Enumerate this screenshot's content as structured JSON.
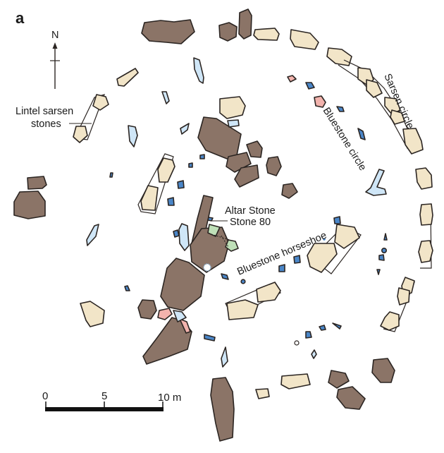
{
  "figure": {
    "panel_letter": "a",
    "north_label": "N",
    "labels": {
      "lintel_line1": "Lintel sarsen",
      "lintel_line2": "stones",
      "sarsen_circle": "Sarsen circle",
      "bluestone_circle": "Bluestone circle",
      "altar_stone": "Altar Stone",
      "stone_80": "Stone 80",
      "bluestone_horseshoe": "Bluestone horseshoe"
    },
    "scale_bar": {
      "tick_0": "0",
      "tick_5": "5",
      "tick_10": "10 m"
    },
    "colors": {
      "sarsen_fallen": "#8b7467",
      "sarsen_standing": "#f2e5c8",
      "bluestone_dark": "#4a86c8",
      "bluestone_light": "#cfe6f7",
      "pink_stone": "#f2b3ad",
      "altar_green": "#bfe0b8",
      "outline": "#2b2522"
    },
    "legend_semantics": [
      {
        "name": "Sarsen stone (fallen/recumbent)",
        "color": "#8b7467"
      },
      {
        "name": "Sarsen stone (upright)",
        "color": "#f2e5c8"
      },
      {
        "name": "Bluestone (dolerite)",
        "color": "#4a86c8"
      },
      {
        "name": "Bluestone (other)",
        "color": "#cfe6f7"
      },
      {
        "name": "Pink stone",
        "color": "#f2b3ad"
      },
      {
        "name": "Altar Stone / Stone 80",
        "color": "#bfe0b8"
      }
    ]
  }
}
